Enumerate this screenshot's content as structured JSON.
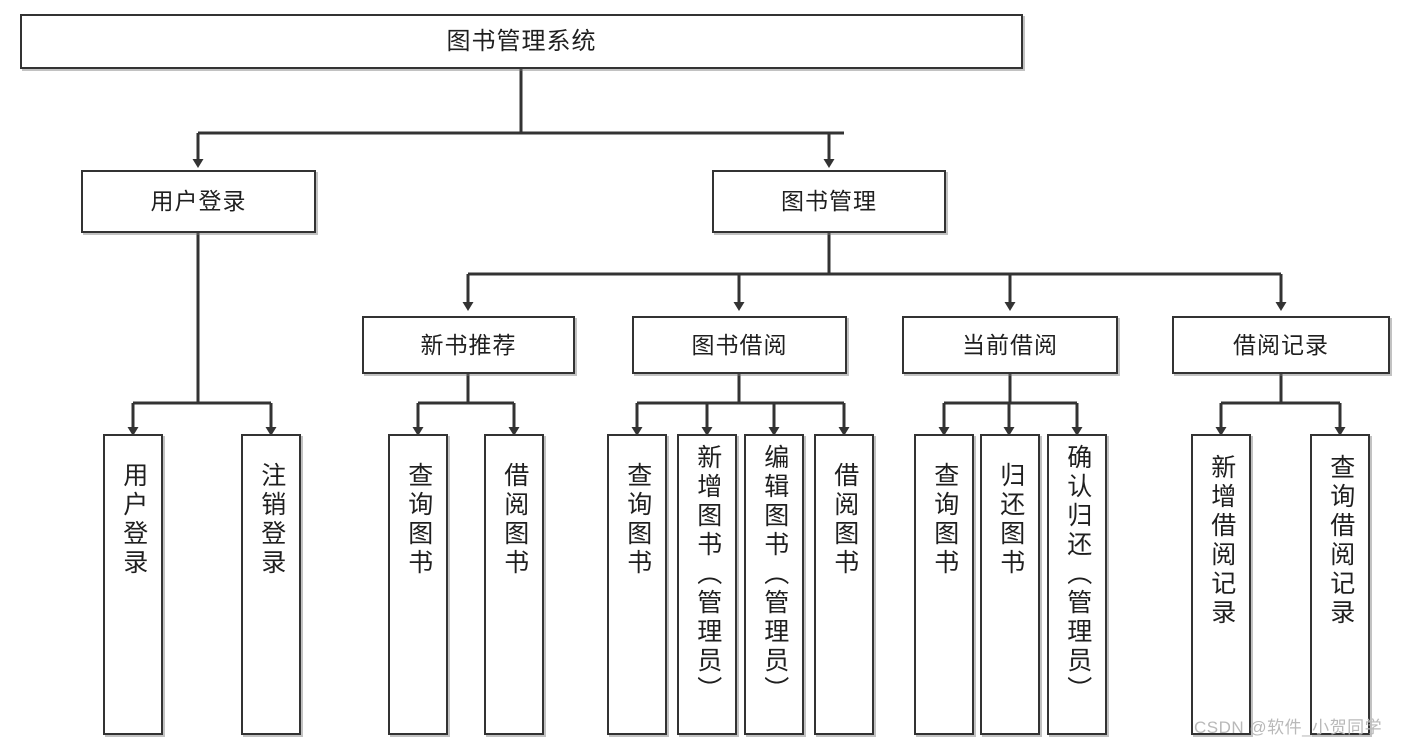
{
  "diagram": {
    "title": "图书管理系统",
    "type": "tree-hierarchy",
    "watermark": "CSDN @软件_小贺同学",
    "colors": {
      "box_border": "#333333",
      "box_fill": "#ffffff",
      "edge": "#333333",
      "text": "#1f1f1f",
      "watermark": "#b9b9b9"
    },
    "nodes": {
      "root": {
        "label": "图书管理系统"
      },
      "level1": [
        {
          "id": "user-login",
          "label": "用户登录"
        },
        {
          "id": "book-management",
          "label": "图书管理"
        }
      ],
      "level2": [
        {
          "id": "new-book-recommend",
          "label": "新书推荐"
        },
        {
          "id": "book-borrow",
          "label": "图书借阅"
        },
        {
          "id": "current-borrow",
          "label": "当前借阅"
        },
        {
          "id": "borrow-record",
          "label": "借阅记录"
        }
      ],
      "leaves": {
        "user-login": [
          {
            "id": "leaf-user-login",
            "label": "用户登录"
          },
          {
            "id": "leaf-logout",
            "label": "注销登录"
          }
        ],
        "new-book-recommend": [
          {
            "id": "leaf-query-book-1",
            "label": "查询图书"
          },
          {
            "id": "leaf-borrow-book-1",
            "label": "借阅图书"
          }
        ],
        "book-borrow": [
          {
            "id": "leaf-query-book-2",
            "label": "查询图书"
          },
          {
            "id": "leaf-add-book",
            "label": "新增图书（管理员）"
          },
          {
            "id": "leaf-edit-book",
            "label": "编辑图书（管理员）"
          },
          {
            "id": "leaf-borrow-book-2",
            "label": "借阅图书"
          }
        ],
        "current-borrow": [
          {
            "id": "leaf-query-book-3",
            "label": "查询图书"
          },
          {
            "id": "leaf-return-book",
            "label": "归还图书"
          },
          {
            "id": "leaf-confirm-return",
            "label": "确认归还（管理员）"
          }
        ],
        "borrow-record": [
          {
            "id": "leaf-add-record",
            "label": "新增借阅记录"
          },
          {
            "id": "leaf-query-record",
            "label": "查询借阅记录"
          }
        ]
      }
    }
  }
}
